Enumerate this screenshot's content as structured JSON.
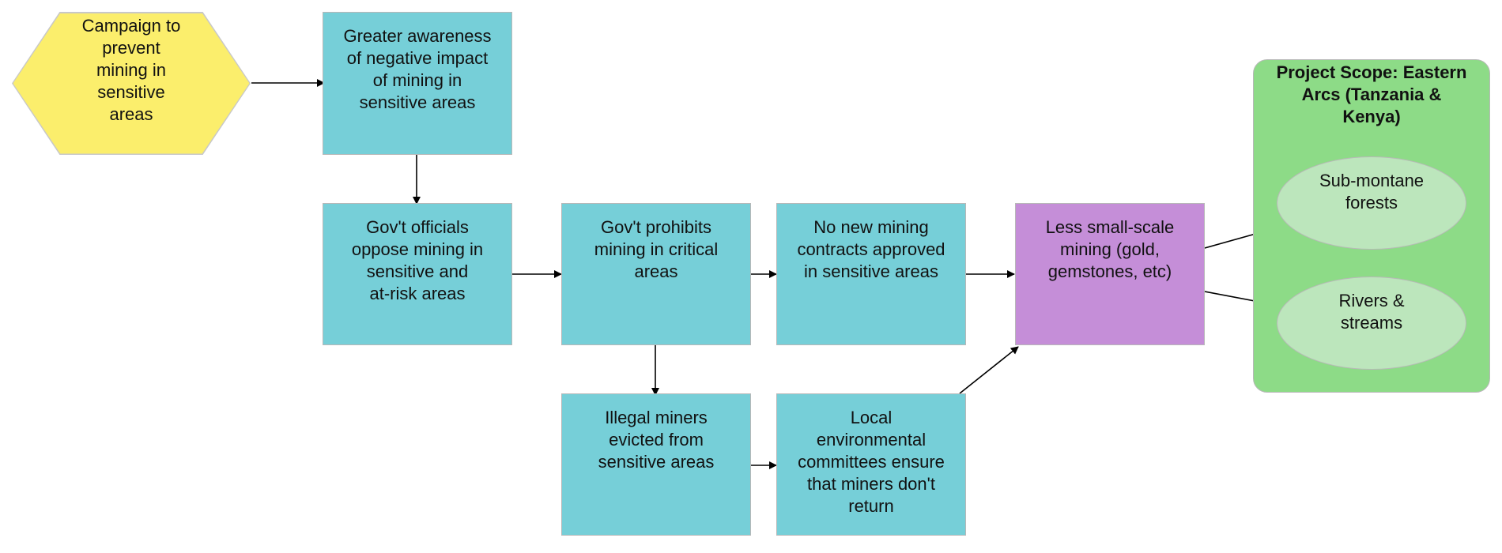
{
  "diagram": {
    "nodes": [
      {
        "id": "campaign",
        "shape": "hexagon",
        "label": "Campaign to\nprevent\nmining in\nsensitive\nareas",
        "fill": "#fbee6c"
      },
      {
        "id": "awareness",
        "shape": "rect",
        "label": "Greater awareness\nof negative impact\nof mining in\nsensitive areas",
        "fill": "#76cfd8"
      },
      {
        "id": "officials",
        "shape": "rect",
        "label": "Gov't officials\noppose mining in\nsensitive and\nat-risk areas",
        "fill": "#76cfd8"
      },
      {
        "id": "prohibits",
        "shape": "rect",
        "label": "Gov't prohibits\nmining in critical\nareas",
        "fill": "#76cfd8"
      },
      {
        "id": "no-contracts",
        "shape": "rect",
        "label": "No new mining\ncontracts approved\nin sensitive areas",
        "fill": "#76cfd8"
      },
      {
        "id": "less-mining",
        "shape": "rect",
        "label": "Less small-scale\nmining (gold,\ngemstones, etc)",
        "fill": "#c58ed8"
      },
      {
        "id": "evicted",
        "shape": "rect",
        "label": "Illegal miners\nevicted from\nsensitive areas",
        "fill": "#76cfd8"
      },
      {
        "id": "committees",
        "shape": "rect",
        "label": "Local\nenvironmental\ncommittees ensure\nthat miners don't\nreturn",
        "fill": "#76cfd8"
      }
    ],
    "scope": {
      "title": "Project Scope: Eastern\nArcs (Tanzania &\nKenya)",
      "fill": "#8ddb87",
      "targets": [
        {
          "id": "forests",
          "label": "Sub-montane\nforests",
          "fill": "#bce6bc"
        },
        {
          "id": "rivers",
          "label": "Rivers &\nstreams",
          "fill": "#bce6bc"
        }
      ]
    },
    "edges": [
      {
        "from": "campaign",
        "to": "awareness"
      },
      {
        "from": "awareness",
        "to": "officials"
      },
      {
        "from": "officials",
        "to": "prohibits"
      },
      {
        "from": "prohibits",
        "to": "no-contracts"
      },
      {
        "from": "prohibits",
        "to": "evicted"
      },
      {
        "from": "no-contracts",
        "to": "less-mining"
      },
      {
        "from": "evicted",
        "to": "committees"
      },
      {
        "from": "committees",
        "to": "less-mining"
      },
      {
        "from": "less-mining",
        "to": "forests"
      },
      {
        "from": "less-mining",
        "to": "rivers"
      }
    ],
    "colors": {
      "edge": "#000000",
      "border": "#b8b8b8"
    }
  }
}
